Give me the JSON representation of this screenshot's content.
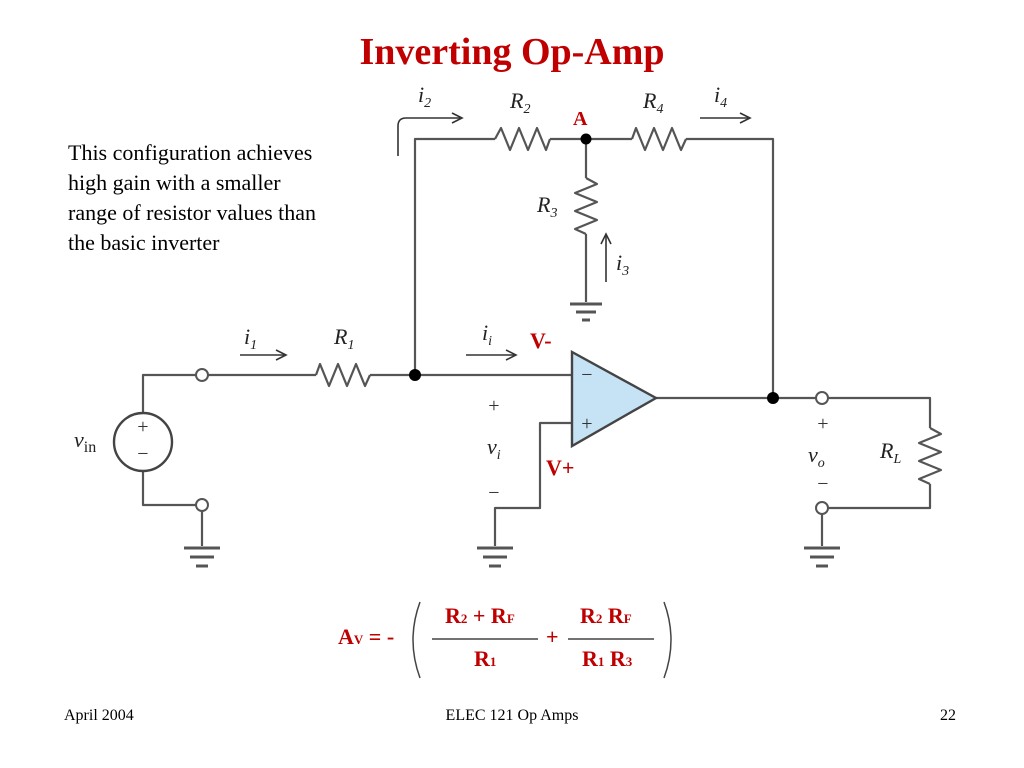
{
  "slide": {
    "title": "Inverting Op-Amp",
    "description_lines": [
      "This configuration achieves",
      "high gain with a smaller",
      "range of resistor values than",
      "the basic inverter"
    ]
  },
  "annotations": {
    "node_a": "A",
    "v_minus": "V-",
    "v_plus": "V+"
  },
  "circuit": {
    "r1": "R",
    "r1_sub": "1",
    "r2": "R",
    "r2_sub": "2",
    "r3": "R",
    "r3_sub": "3",
    "r4": "R",
    "r4_sub": "4",
    "rl": "R",
    "rl_sub": "L",
    "i1": "i",
    "i1_sub": "1",
    "i2": "i",
    "i2_sub": "2",
    "i3": "i",
    "i3_sub": "3",
    "i4": "i",
    "i4_sub": "4",
    "ii": "i",
    "ii_sub": "i",
    "vin": "v",
    "vin_sub": "in",
    "vi": "v",
    "vi_sub": "i",
    "vo": "v",
    "vo_sub": "o",
    "plus": "+",
    "minus": "−",
    "opamp_minus": "−",
    "opamp_plus": "+"
  },
  "formula": {
    "lhs": "A",
    "lhs_sub": "V",
    "eq": "= -",
    "t1_num_a": "R",
    "t1_num_a_sub": "2",
    "t1_num_plus": " + R",
    "t1_num_b_sub": "F",
    "t1_den": "R",
    "t1_den_sub": "1",
    "op": "+",
    "t2_num_a": "R",
    "t2_num_a_sub": "2",
    "t2_num_b": " R",
    "t2_num_b_sub": "F",
    "t2_den_a": "R",
    "t2_den_a_sub": "1",
    "t2_den_b": " R",
    "t2_den_b_sub": "3"
  },
  "footer": {
    "date": "April  2004",
    "course": "ELEC 121  Op Amps",
    "page": "22"
  }
}
